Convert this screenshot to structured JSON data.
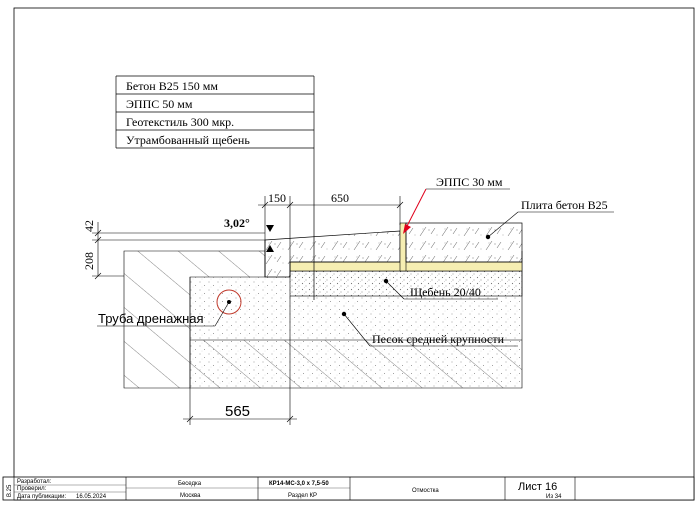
{
  "layers_table": {
    "rows": [
      "Бетон B25 150 мм",
      "ЭППС 50 мм",
      "Геотекстиль 300 мкр.",
      "Утрамбованный щебень"
    ]
  },
  "dimensions": {
    "d150": "150",
    "d650": "650",
    "d42": "42",
    "d208": "208",
    "d565": "565",
    "slope": "3,02°"
  },
  "callouts": {
    "epps30": "ЭППС 30 мм",
    "slab": "Плита бетон B25",
    "gravel": "Щебень 20/40",
    "sand": "Песок средней крупности",
    "pipe": "Труба дренажная"
  },
  "title_block": {
    "side_label": "В.25",
    "developed": "Разработал:",
    "checked": "Проверил:",
    "published_label": "Дата публикации:",
    "published_date": "16.05.2024",
    "project": "Беседка",
    "city": "Москва",
    "code": "КР14-МС-3,0 х 7,5-50",
    "section": "Раздел КР",
    "drawing": "Отмостка",
    "sheet": "Лист 16",
    "total": "Из 34"
  },
  "colors": {
    "insulation": "#f6eeb2",
    "leader_red": "#e0001b",
    "pipe_red": "#c0392b",
    "line": "#000000"
  }
}
